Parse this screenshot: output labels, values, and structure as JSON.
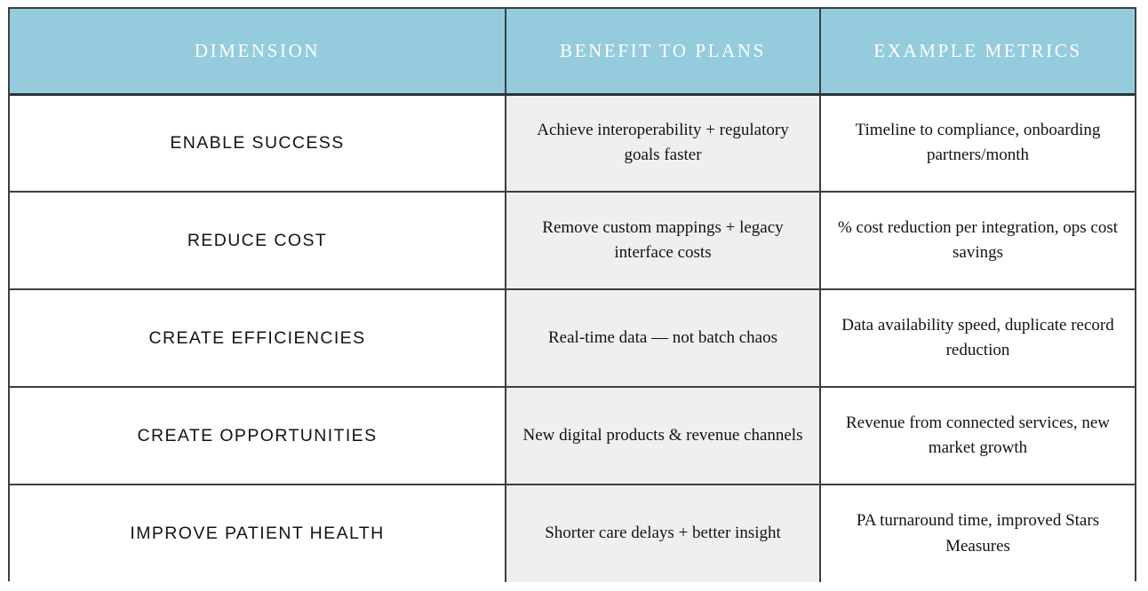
{
  "table": {
    "columns": [
      {
        "key": "dimension",
        "label": "DIMENSION"
      },
      {
        "key": "benefit",
        "label": "BENEFIT TO PLANS"
      },
      {
        "key": "metrics",
        "label": "EXAMPLE METRICS"
      }
    ],
    "rows": [
      {
        "dimension": "ENABLE SUCCESS",
        "benefit": "Achieve interoperability + regulatory goals faster",
        "metrics": "Timeline to compliance, onboarding partners/month"
      },
      {
        "dimension": "REDUCE COST",
        "benefit": "Remove custom mappings + legacy interface costs",
        "metrics": "% cost reduction per integration, ops cost savings"
      },
      {
        "dimension": "CREATE EFFICIENCIES",
        "benefit": "Real-time data — not batch chaos",
        "metrics": "Data availability speed, duplicate record reduction"
      },
      {
        "dimension": "CREATE OPPORTUNITIES",
        "benefit": "New digital products & revenue channels",
        "metrics": "Revenue from connected services, new market growth"
      },
      {
        "dimension": "IMPROVE PATIENT HEALTH",
        "benefit": "Shorter care delays + better insight",
        "metrics": "PA turnaround time, improved Stars Measures"
      }
    ]
  },
  "colors": {
    "header_background": "#95ccdd",
    "header_text": "#ffffff",
    "benefit_column_background": "#efefef",
    "cell_background": "#ffffff",
    "border": "#3a3f41",
    "body_text": "#131313"
  }
}
